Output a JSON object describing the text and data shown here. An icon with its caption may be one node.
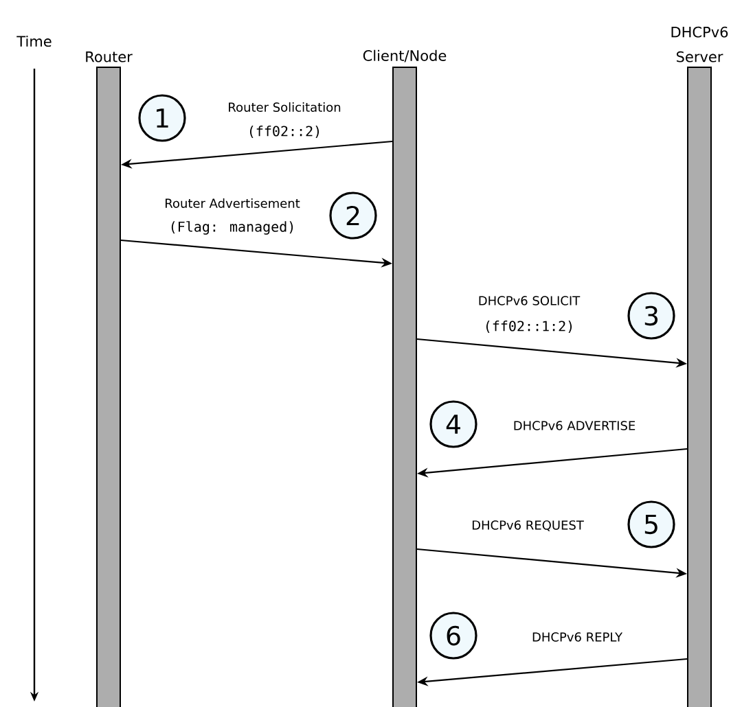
{
  "diagram": {
    "nodes": [
      {
        "text": [
          "Router"
        ]
      },
      {
        "text": [
          "Client/Node"
        ]
      },
      {
        "text": [
          "DHCPv6 Server"
        ]
      },
      {
        "text": [
          "1"
        ]
      },
      {
        "text": [
          "2"
        ]
      },
      {
        "text": [
          "3"
        ]
      },
      {
        "text": [
          "4"
        ]
      },
      {
        "text": [
          "5"
        ]
      },
      {
        "text": [
          "6"
        ]
      }
    ],
    "edges": [
      {
        "from": 1,
        "to": 0,
        "arrow": "to",
        "label": "Router Solicitation"
      },
      {
        "from": 0,
        "to": 1,
        "arrow": "to",
        "label": "Router Advertisement"
      },
      {
        "from": 1,
        "to": 2,
        "arrow": "to",
        "label": "DHCPv6 SOLICIT"
      },
      {
        "from": 2,
        "to": 1,
        "arrow": "to",
        "label": "DHCPv6 ADVERTISE"
      },
      {
        "from": 1,
        "to": 2,
        "arrow": "to",
        "label": "DHCPv6 REQUEST"
      },
      {
        "from": 2,
        "to": 1,
        "arrow": "to",
        "label": "DHCPv6 REPLY"
      }
    ],
    "labels": [
      "Time",
      "(ff02::2)",
      "(Flag: managed)",
      "(ff02::1:2)"
    ]
  }
}
